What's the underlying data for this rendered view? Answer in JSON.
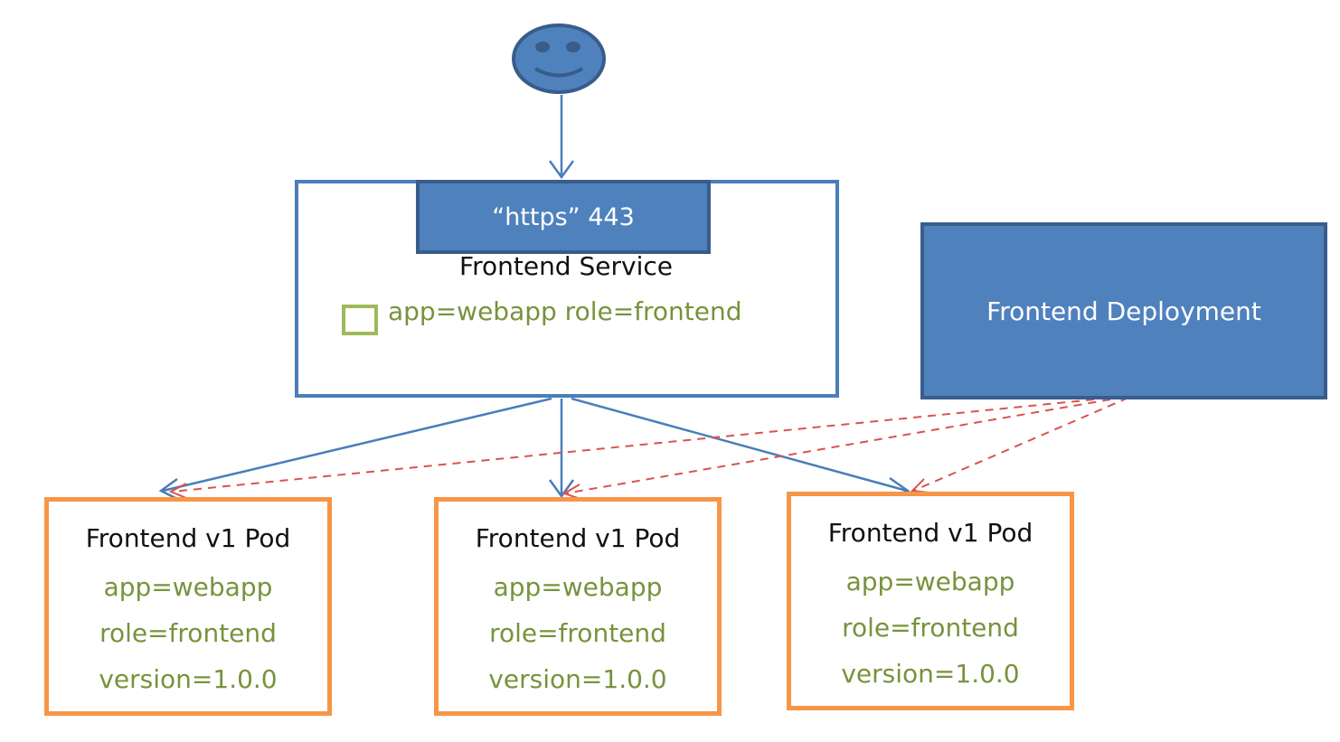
{
  "user": {
    "icon": "smiley-face-icon"
  },
  "service": {
    "port": "“https” 443",
    "title": "Frontend Service",
    "selector_labels": "app=webapp role=frontend",
    "selector_icon": "green-square-icon"
  },
  "deployment": {
    "title": "Frontend Deployment"
  },
  "pods": [
    {
      "title": "Frontend v1 Pod",
      "app": "app=webapp",
      "role": "role=frontend",
      "version": "version=1.0.0"
    },
    {
      "title": "Frontend v1 Pod",
      "app": "app=webapp",
      "role": "role=frontend",
      "version": "version=1.0.0"
    },
    {
      "title": "Frontend v1 Pod",
      "app": "app=webapp",
      "role": "role=frontend",
      "version": "version=1.0.0"
    }
  ],
  "colors": {
    "service_border": "#4a7ebb",
    "deployment_fill": "#4f81bd",
    "pod_border": "#f79646",
    "label_text": "#77933c",
    "selector_square": "#9bbb59",
    "service_arrow": "#4a7ebb",
    "deployment_arrow": "#d9534f"
  },
  "connections": [
    {
      "from": "user",
      "to": "service",
      "style": "solid"
    },
    {
      "from": "service",
      "to": "pod-1",
      "style": "solid"
    },
    {
      "from": "service",
      "to": "pod-2",
      "style": "solid"
    },
    {
      "from": "service",
      "to": "pod-3",
      "style": "solid"
    },
    {
      "from": "deployment",
      "to": "pod-1",
      "style": "dashed"
    },
    {
      "from": "deployment",
      "to": "pod-2",
      "style": "dashed"
    },
    {
      "from": "deployment",
      "to": "pod-3",
      "style": "dashed"
    }
  ]
}
